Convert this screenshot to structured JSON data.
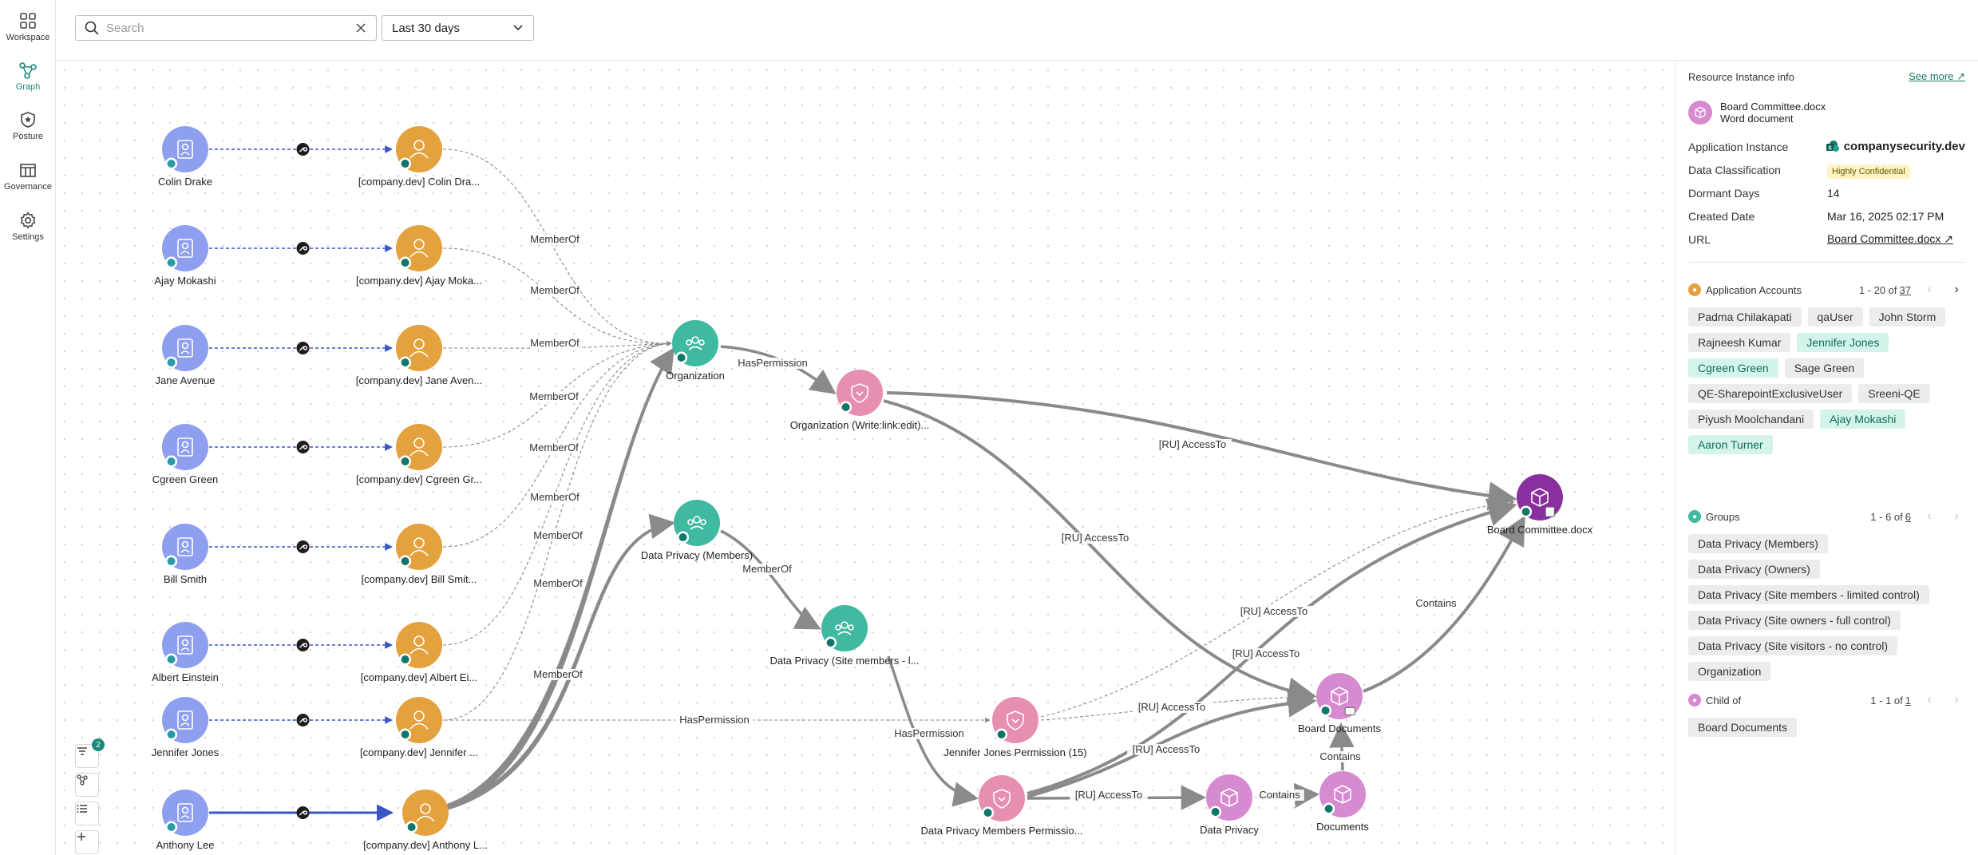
{
  "nav": {
    "items": [
      {
        "label": "Workspace",
        "icon": "grid-icon"
      },
      {
        "label": "Graph",
        "icon": "graph-icon"
      },
      {
        "label": "Posture",
        "icon": "shield-icon"
      },
      {
        "label": "Governance",
        "icon": "building-icon"
      },
      {
        "label": "Settings",
        "icon": "gear-icon"
      }
    ]
  },
  "topbar": {
    "search_placeholder": "Search",
    "date_range": "Last 30 days"
  },
  "graph": {
    "colors": {
      "user": "#8f9ff0",
      "account": "#e3a23d",
      "group": "#3fb9a0",
      "permission": "#e78fb0",
      "resource": "#d68ad0",
      "target": "#8a2f9e",
      "edge": "#8a8a8a",
      "credential": "#3a55c8"
    },
    "users": [
      "Colin Drake",
      "Ajay Mokashi",
      "Jane Avenue",
      "Cgreen Green",
      "Bill Smith",
      "Albert Einstein",
      "Jennifer Jones",
      "Anthony Lee"
    ],
    "accounts": [
      "[company.dev] Colin Dra...",
      "[company.dev] Ajay Moka...",
      "[company.dev] Jane Aven...",
      "[company.dev] Cgreen Gr...",
      "[company.dev] Bill Smit...",
      "[company.dev] Albert Ei...",
      "[company.dev] Jennifer ...",
      "[company.dev] Anthony L..."
    ],
    "groups": {
      "organization": "Organization",
      "dp_members": "Data Privacy (Members)",
      "dp_site_members": "Data Privacy (Site members - l..."
    },
    "permissions": {
      "org_write": "Organization (Write:link:edit)...",
      "jj_perm": "Jennifer Jones Permission (15)",
      "dp_members_perm": "Data Privacy Members Permissio..."
    },
    "resources": {
      "board_docs": "Board Documents",
      "data_privacy": "Data Privacy",
      "documents": "Documents",
      "target": "Board Committee.docx"
    },
    "edge_labels": {
      "member_of": "MemberOf",
      "has_permission": "HasPermission",
      "access_to": "[RU] AccessTo",
      "contains": "Contains"
    },
    "filter_count": "2"
  },
  "panel": {
    "header": "Resource Instance info",
    "see_more": "See more",
    "resource_name": "Board Committee.docx",
    "resource_type": "Word document",
    "fields": {
      "app_instance_label": "Application Instance",
      "app_instance_value": "companysecurity.dev",
      "classification_label": "Data Classification",
      "classification_value": "Highly Confidential",
      "dormant_label": "Dormant Days",
      "dormant_value": "14",
      "created_label": "Created Date",
      "created_value": "Mar 16, 2025 02:17 PM",
      "url_label": "URL",
      "url_value": "Board Committee.docx"
    },
    "accounts": {
      "title": "Application Accounts",
      "range": "1 - 20 of",
      "total": "37",
      "items": [
        {
          "label": "Padma Chilakapati",
          "hl": false
        },
        {
          "label": "qaUser",
          "hl": false
        },
        {
          "label": "John Storm",
          "hl": false
        },
        {
          "label": "Rajneesh Kumar",
          "hl": false
        },
        {
          "label": "Jennifer Jones",
          "hl": true
        },
        {
          "label": "Cgreen Green",
          "hl": true
        },
        {
          "label": "Sage Green",
          "hl": false
        },
        {
          "label": "QE-SharepointExclusiveUser",
          "hl": false
        },
        {
          "label": "Sreeni-QE",
          "hl": false
        },
        {
          "label": "Piyush Moolchandani",
          "hl": false
        },
        {
          "label": "Ajay Mokashi",
          "hl": true
        },
        {
          "label": "Aaron Turner",
          "hl": true
        }
      ]
    },
    "groups": {
      "title": "Groups",
      "range": "1 - 6 of",
      "total": "6",
      "items": [
        "Data Privacy (Members)",
        "Data Privacy (Owners)",
        "Data Privacy (Site members - limited control)",
        "Data Privacy (Site owners - full control)",
        "Data Privacy (Site visitors - no control)",
        "Organization"
      ]
    },
    "child_of": {
      "title": "Child of",
      "range": "1 - 1 of",
      "total": "1",
      "items": [
        "Board Documents"
      ]
    }
  }
}
